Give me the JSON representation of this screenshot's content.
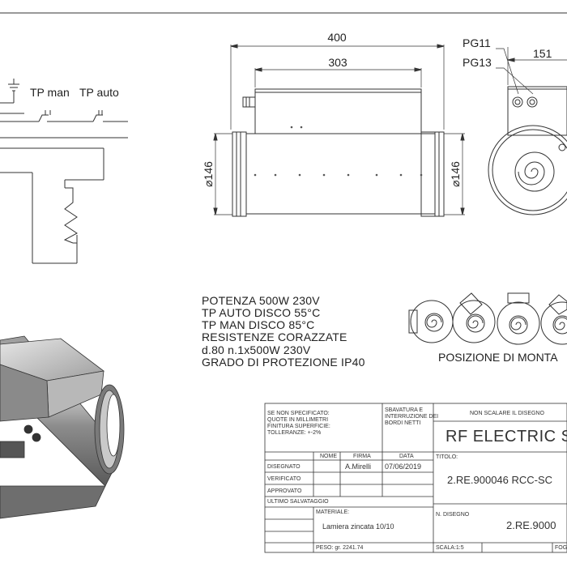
{
  "dimensions": {
    "total_length": "400",
    "body_length": "303",
    "side_width": "151",
    "diameter_left": "146",
    "diameter_right": "146",
    "pg11": "PG11",
    "pg13": "PG13"
  },
  "schematic": {
    "tp_man": "TP man",
    "tp_auto": "TP auto"
  },
  "specs": [
    "POTENZA 500W 230V",
    "TP AUTO DISCO 55°C",
    "TP MAN DISCO 85°C",
    "RESISTENZE CORAZZATE",
    "d.80 n.1x500W 230V",
    "GRADO DI PROTEZIONE IP40"
  ],
  "mounting": {
    "label": "POSIZIONE DI MONTA"
  },
  "title_block": {
    "tolerance_note": [
      "SE NON SPECIFICATO:",
      "QUOTE IN MILLIMETRI",
      "FINITURA SUPERFICIE:",
      "TOLLERANZE: +-2%"
    ],
    "deburr_note": [
      "SBAVATURA E",
      "INTERRUZIONE DEI",
      "BORDI NETTI"
    ],
    "no_scale": "NON SCALARE IL DISEGNO",
    "product_title": "RF ELECTRIC S",
    "col_nome": "NOME",
    "col_firma": "FIRMA",
    "col_data": "DATA",
    "row_disegnato": "DISEGNATO",
    "row_verificato": "VERIFICATO",
    "row_approvato": "APPROVATO",
    "row_ultimo": "ULTIMO SALVATAGGIO",
    "firma_value": "A.Mirelli",
    "data_value": "07/06/2019",
    "titolo_label": "TITOLO:",
    "titolo_value": "2.RE.900046 RCC-SC",
    "materiale_label": "MATERIALE:",
    "materiale_value": "Lamiera zincata 10/10",
    "n_disegno_label": "N. DISEGNO",
    "n_disegno_value": "2.RE.9000",
    "peso": "PESO: gr.   2241.74",
    "scala": "SCALA:1:5",
    "foglio": "FOG"
  }
}
